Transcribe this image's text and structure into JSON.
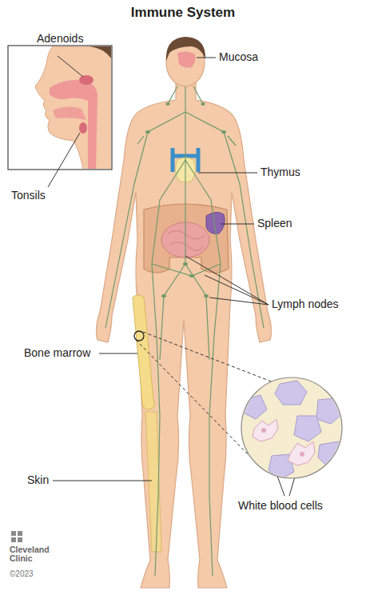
{
  "diagram": {
    "title": "Immune System",
    "labels": [
      "Adenoids",
      "Mucosa",
      "Thymus",
      "Tonsils",
      "Spleen",
      "Lymph nodes",
      "Bone marrow",
      "Skin",
      "White blood cells",
      "Cleveland Clinic",
      "©2023"
    ]
  }
}
